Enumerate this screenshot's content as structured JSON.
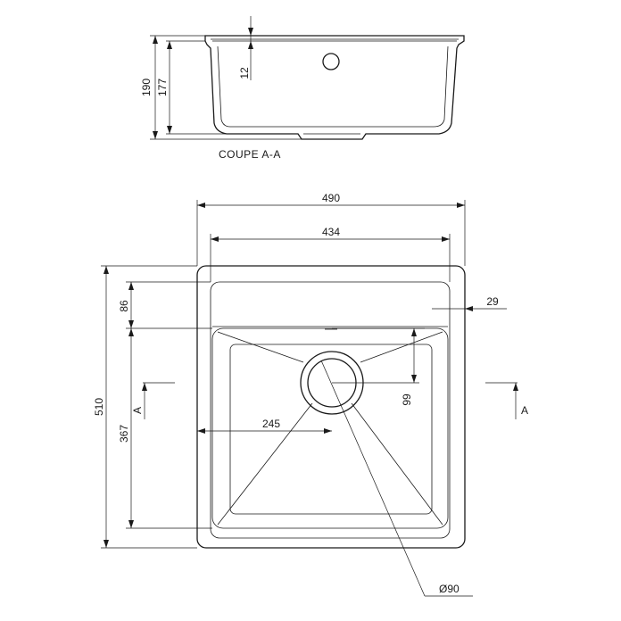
{
  "section_view": {
    "caption": "COUPE A-A",
    "dim_total_height": "190",
    "dim_bowl_height": "177",
    "dim_rim_thickness": "12"
  },
  "top_view": {
    "dim_overall_width": "490",
    "dim_inner_width": "434",
    "dim_overall_depth": "510",
    "dim_front_shelf": "86",
    "dim_bowl_depth": "367",
    "dim_drain_offset_x": "245",
    "dim_drain_offset_y": "99",
    "dim_side_margin": "29",
    "dim_drain_diameter": "Ø90",
    "section_marker_left": "A",
    "section_marker_right": "A"
  }
}
